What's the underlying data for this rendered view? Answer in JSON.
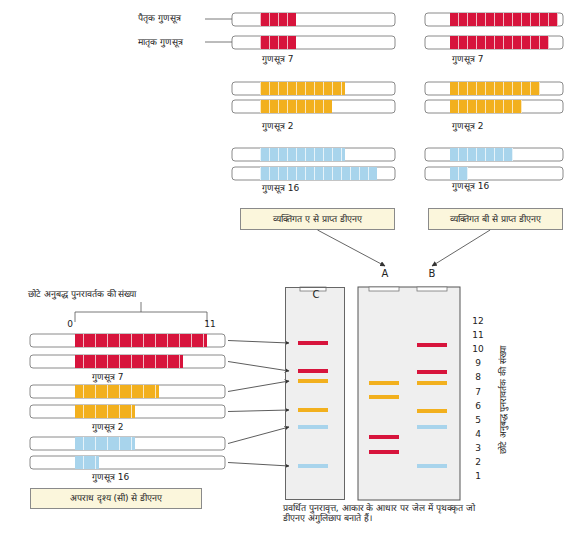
{
  "diagram": {
    "caption": "प्रवर्धित पुनरावृत्त, आकार के आधार पर जेल में पृथक्कृत जो डीएनए अंगुलिछाप बनाते हैं।",
    "nodes": [
      {
        "text": [
          "व्यक्तिगत ए से प्राप्त डीएनए"
        ]
      },
      {
        "text": [
          "व्यक्तिगत बी से प्राप्त डीएनए"
        ]
      },
      {
        "text": [
          "अपराध दृश्य (सी) से डीएनए"
        ]
      },
      {
        "text": [
          "C"
        ]
      },
      {
        "text": [
          "A",
          "B"
        ]
      }
    ],
    "edges": [
      {
        "from": 0,
        "to": 4,
        "arrow": "to"
      },
      {
        "from": 1,
        "to": 4,
        "arrow": "to"
      }
    ],
    "labels": [
      "पैतृक गुणसूत्र",
      "मातृक गुणसूत्र",
      "गुणसूत्र 7",
      "गुणसूत्र 2",
      "गुणसूत्र 16",
      "गुणसूत्र 7",
      "गुणसूत्र 2",
      "गुणसूत्र 16",
      "छोटे अनुबद्ध पुनरावर्तक की संख्या",
      "0",
      "11",
      "गुणसूत्र 7",
      "गुणसूत्र 2",
      "गुणसूत्र 16",
      "12",
      "11",
      "10",
      "9",
      "8",
      "7",
      "6",
      "5",
      "4",
      "3",
      "2",
      "1",
      "छोटे अनुबद्ध पुनरावर्तक की संख्या"
    ]
  }
}
